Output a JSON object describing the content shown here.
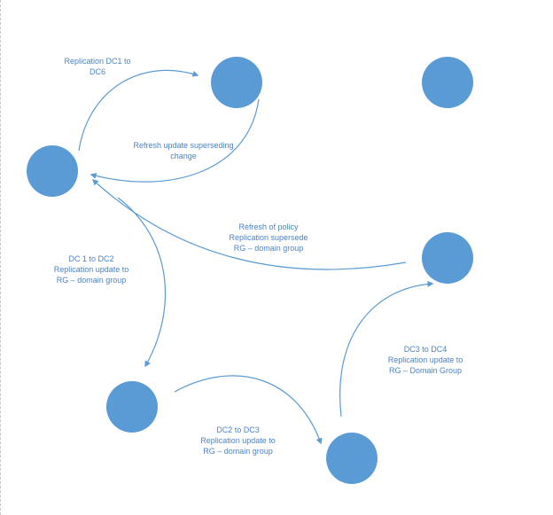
{
  "colors": {
    "node_fill": "#5b9bd5",
    "arrow": "#5b9bd5",
    "label_text": "#4a83c6",
    "background": "#ffffff"
  },
  "nodes": [
    {
      "id": "node-dc1"
    },
    {
      "id": "node-dc6"
    },
    {
      "id": "node-unlinked"
    },
    {
      "id": "node-dc4"
    },
    {
      "id": "node-dc2"
    },
    {
      "id": "node-dc3"
    }
  ],
  "labels": {
    "dc1_to_dc6": [
      "Replication DC1 to",
      "DC6"
    ],
    "refresh_update": [
      "Refresh update superseding",
      "change"
    ],
    "refresh_policy": [
      "Refresh of policy",
      "Replication supersede",
      "RG – domain group"
    ],
    "dc1_to_dc2": [
      "DC 1 to DC2",
      "Replication update to",
      "RG – domain group"
    ],
    "dc3_to_dc4": [
      "DC3 to DC4",
      "Replication update to",
      "RG – Domain Group"
    ],
    "dc2_to_dc3": [
      "DC2 to DC3",
      "Replication update to",
      "RG – domain group"
    ]
  }
}
